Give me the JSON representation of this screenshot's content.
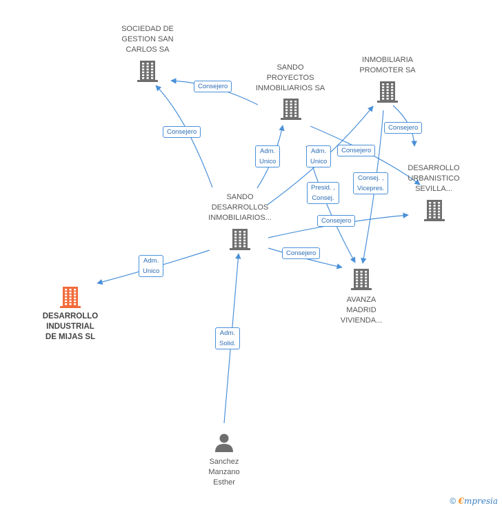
{
  "nodes": [
    {
      "id": "sociedad",
      "label": "SOCIEDAD DE\nGESTION SAN\nCARLOS SA",
      "kind": "company"
    },
    {
      "id": "sando_proy",
      "label": "SANDO\nPROYECTOS\nINMOBILIARIOS SA",
      "kind": "company"
    },
    {
      "id": "promoter",
      "label": "INMOBILIARIA\nPROMOTER SA",
      "kind": "company"
    },
    {
      "id": "urbanistico",
      "label": "DESARROLLO\nURBANISTICO\nSEVILLA...",
      "kind": "company"
    },
    {
      "id": "sando_des",
      "label": "SANDO\nDESARROLLOS\nINMOBILIARIOS...",
      "kind": "company"
    },
    {
      "id": "mijas",
      "label": "DESARROLLO\nINDUSTRIAL\nDE MIJAS SL",
      "kind": "focus"
    },
    {
      "id": "avanza",
      "label": "AVANZA\nMADRID\nVIVIENDA...",
      "kind": "company"
    },
    {
      "id": "person",
      "label": "Sanchez\nManzano\nEsther",
      "kind": "person"
    }
  ],
  "edges": [
    {
      "from": "sando_proy",
      "to": "sociedad",
      "label": "Consejero"
    },
    {
      "from": "sando_des",
      "to": "sociedad",
      "label": "Consejero"
    },
    {
      "from": "sando_des",
      "to": "sando_proy",
      "label": "Adm.\nUnico"
    },
    {
      "from": "sando_des",
      "to": "promoter",
      "label": "Adm.\nUnico"
    },
    {
      "from": "sando_proy",
      "to": "urbanistico",
      "label": "Consejero"
    },
    {
      "from": "promoter",
      "to": "urbanistico",
      "label": "Consejero"
    },
    {
      "from": "promoter",
      "to": "avanza",
      "label": "Consej. ,\nVicepres."
    },
    {
      "from": "sando_proy",
      "to": "avanza",
      "label": "Presid. ,\nConsej."
    },
    {
      "from": "sando_des",
      "to": "urbanistico",
      "label": "Consejero"
    },
    {
      "from": "sando_des",
      "to": "avanza",
      "label": "Consejero"
    },
    {
      "from": "sando_des",
      "to": "mijas",
      "label": "Adm.\nUnico"
    },
    {
      "from": "person",
      "to": "sando_des",
      "label": "Adm.\nSolid."
    }
  ],
  "colors": {
    "edge": "#4a90d9",
    "company_icon": "#6e6e6e",
    "focus_icon": "#f26b3a",
    "person_icon": "#6e6e6e"
  },
  "footer": {
    "copyright": "©",
    "brand_initial": "€",
    "brand_rest": "mpresia"
  }
}
